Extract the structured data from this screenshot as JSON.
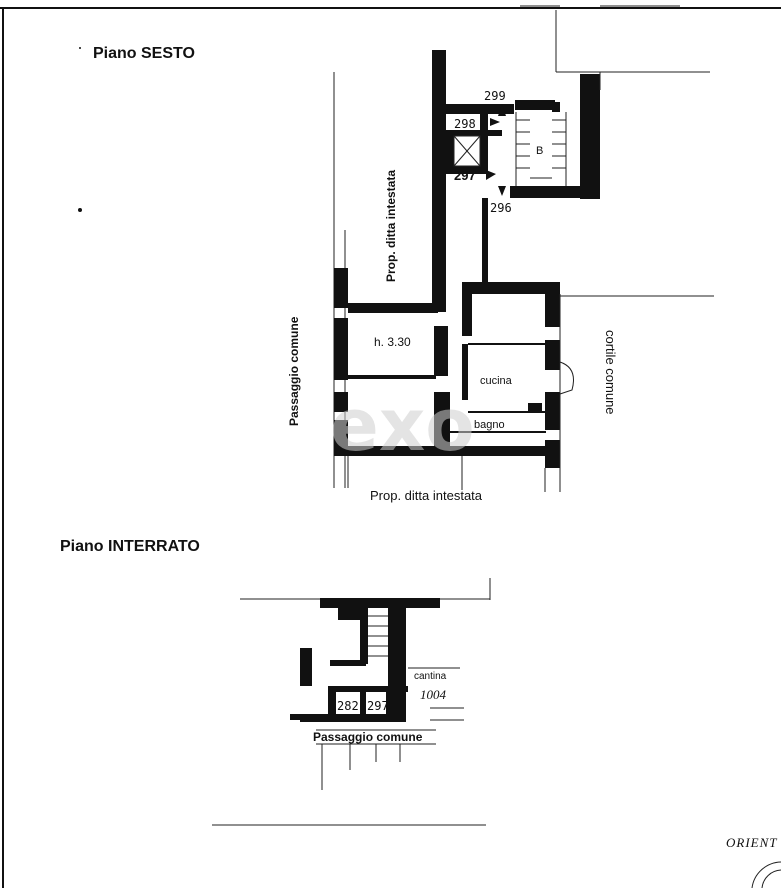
{
  "floors": {
    "sesto": {
      "title": "Piano SESTO"
    },
    "interrato": {
      "title": "Piano INTERRATO"
    }
  },
  "labels": {
    "prop_ditta_vertical": "Prop. ditta intestata",
    "prop_ditta_bottom": "Prop. ditta intestata",
    "passaggio_comune_vertical": "Passaggio comune",
    "cortile_comune": "cortile comune",
    "height": "h. 3.30",
    "cucina": "cucina",
    "bagno": "bagno",
    "stair_letter": "B",
    "cantina": "cantina",
    "cantina_number": "1004",
    "passaggio_comune_bottom": "Passaggio comune",
    "orientamento": "ORIENT"
  },
  "parcels": {
    "p299": "299",
    "p298": "298",
    "p297": "297",
    "p296": "296",
    "p282": "282",
    "p297b": "297"
  },
  "watermark": "exo"
}
